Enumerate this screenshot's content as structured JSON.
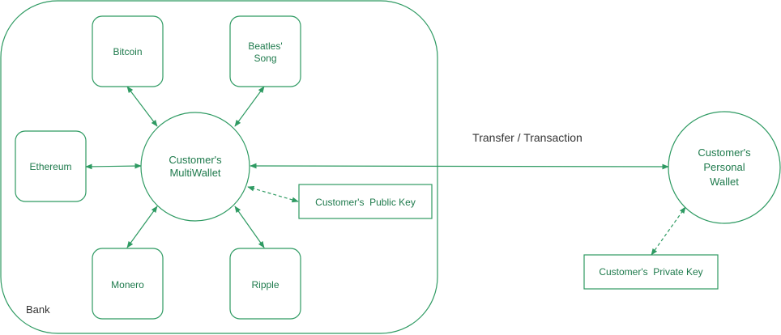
{
  "colors": {
    "stroke": "#2e9a62",
    "text": "#1e7a4c",
    "label": "#333333"
  },
  "bank": {
    "label": "Bank"
  },
  "multiwallet": {
    "line1": "Customer's",
    "line2": "MultiWallet"
  },
  "assets": {
    "bitcoin": "Bitcoin",
    "beatles_line1": "Beatles'",
    "beatles_line2": "Song",
    "ethereum": "Ethereum",
    "monero": "Monero",
    "ripple": "Ripple"
  },
  "public_key": {
    "label": "Customer's  Public Key"
  },
  "transfer": {
    "label": "Transfer / Transaction"
  },
  "personal_wallet": {
    "line1": "Customer's",
    "line2": "Personal",
    "line3": "Wallet"
  },
  "private_key": {
    "label": "Customer's  Private Key"
  }
}
